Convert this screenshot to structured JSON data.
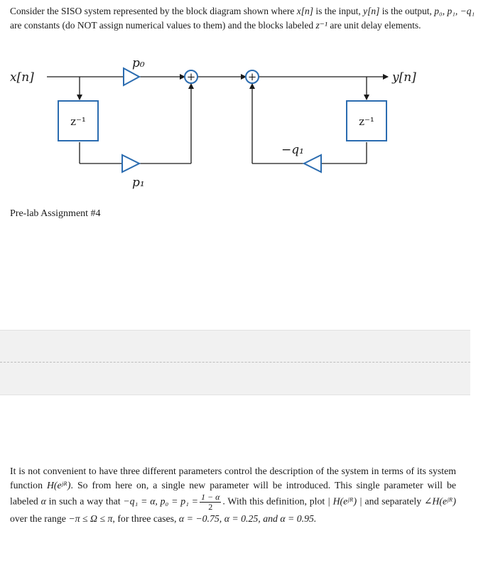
{
  "intro": {
    "text1": "Consider the SISO system represented by the block diagram shown where ",
    "xn": "x[n]",
    "text2": " is the input, ",
    "yn": "y[n]",
    "text3": " is the output, ",
    "consts": "p₀, p₁, −q₁",
    "text4": " are constants (do NOT assign numerical values to them) and the blocks labeled ",
    "zinv": "z⁻¹",
    "text5": " are unit delay elements."
  },
  "diagram": {
    "input_label": "x[n]",
    "output_label": "y[n]",
    "delay_label_left": "z⁻¹",
    "delay_label_right": "z⁻¹",
    "gain_p0": "p₀",
    "gain_p1": "p₁",
    "gain_q1": "−q₁",
    "adder_symbol": "+",
    "colors": {
      "accent": "#2b6cb0",
      "line": "#1a1a1a"
    }
  },
  "prelab": {
    "title": "Pre-lab Assignment #4"
  },
  "paragraph": {
    "s1": "It is not convenient to have three different parameters control the description of the system in terms of its system function ",
    "h1": "H(eʲᴿ)",
    "s2": ". So from here on, a single new parameter will be introduced. This single parameter will be labeled ",
    "alpha": "α",
    "s3": " in such a way that ",
    "eq1": "−q₁ = α,  p₀ = p₁ =",
    "frac_num": "1 − α",
    "frac_den": "2",
    "s4": ". With this definition, plot ",
    "mag": "| H(eʲᴿ) |",
    "s5": " and separately ",
    "phase": "∠H(eʲᴿ)",
    "s6": " over the range ",
    "range": "−π ≤ Ω ≤ π",
    "s7": ", for three cases, ",
    "cases": "α = −0.75, α = 0.25, and α = 0.95."
  }
}
